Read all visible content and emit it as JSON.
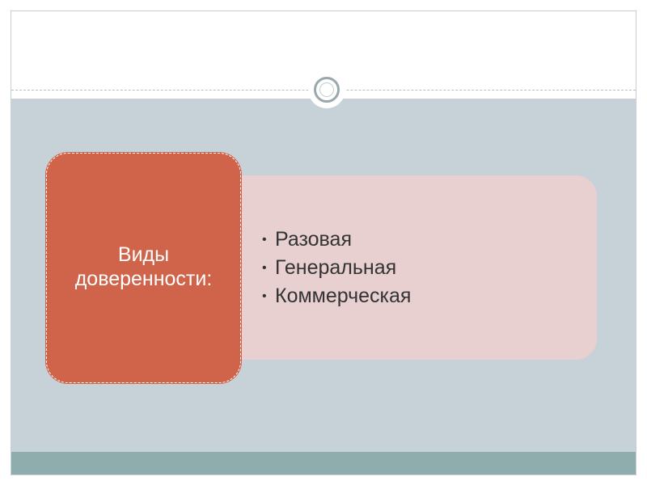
{
  "slide": {
    "title_lines": [
      "Виды",
      "доверенности:"
    ],
    "items": [
      "Разовая",
      "Генеральная",
      "Коммерческая"
    ],
    "bullet_symbol": "•"
  },
  "colors": {
    "header_bg": "#ffffff",
    "content_bg": "#c7d1d8",
    "footer_band": "#8fadad",
    "title_box": "#d0644a",
    "list_panel": "#e8d0d0",
    "ornament_ring": "#98a8ad",
    "text_dark": "#333333",
    "text_light": "#ffffff"
  }
}
